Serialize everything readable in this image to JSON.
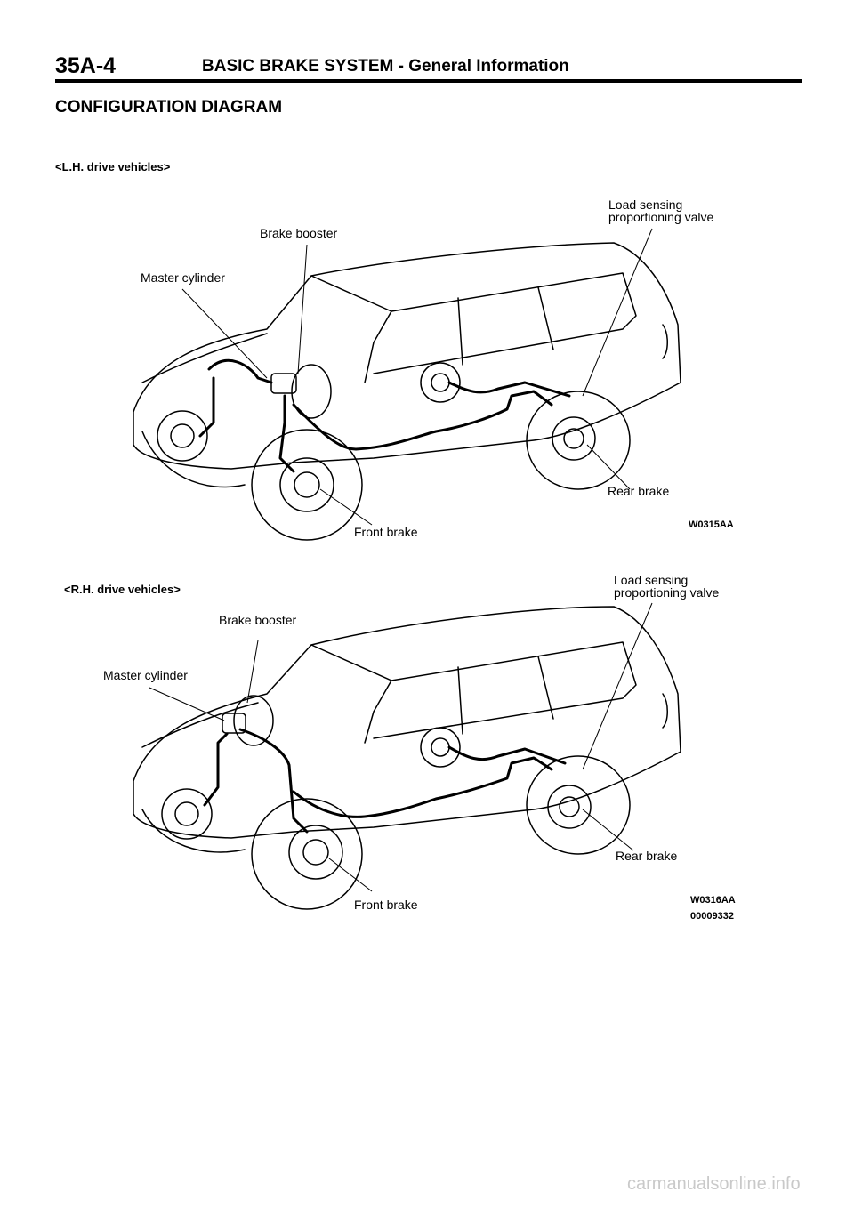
{
  "header": {
    "page_number": "35A-4",
    "title": "BASIC BRAKE SYSTEM - General Information"
  },
  "section_title": "CONFIGURATION DIAGRAM",
  "diagrams": [
    {
      "variant": "<L.H. drive vehicles>",
      "labels": {
        "lsp_valve_1": "Load sensing",
        "lsp_valve_2": "proportioning valve",
        "brake_booster": "Brake booster",
        "master_cylinder": "Master cylinder",
        "rear_brake": "Rear brake",
        "front_brake": "Front brake"
      },
      "figure_id": "W0315AA"
    },
    {
      "variant": "<R.H. drive vehicles>",
      "labels": {
        "lsp_valve_1": "Load sensing",
        "lsp_valve_2": "proportioning valve",
        "brake_booster": "Brake booster",
        "master_cylinder": "Master cylinder",
        "rear_brake": "Rear brake",
        "front_brake": "Front brake"
      },
      "figure_id": "W0316AA",
      "doc_number": "00009332"
    }
  ],
  "watermark": "carmanualsonline.info"
}
